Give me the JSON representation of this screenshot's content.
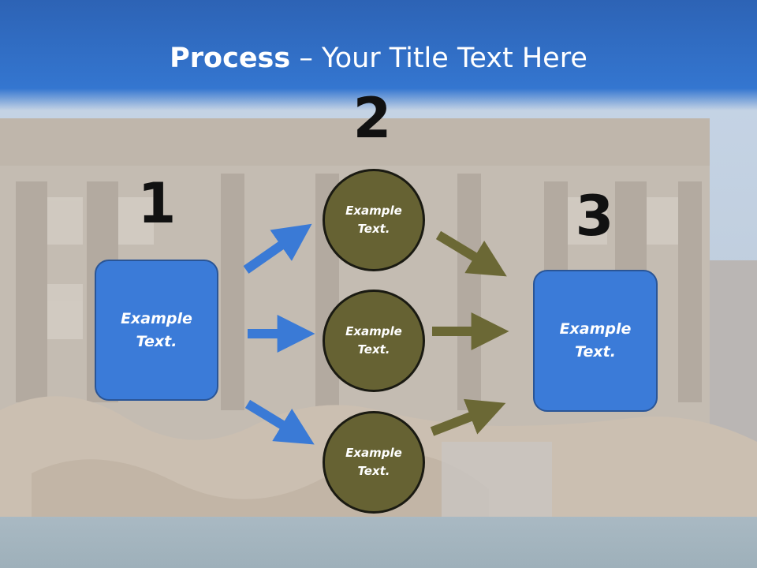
{
  "title": {
    "bold": "Process",
    "rest": " – Your Title Text Here"
  },
  "steps": {
    "one": "1",
    "two": "2",
    "three": "3"
  },
  "left_box": {
    "line1": "Example",
    "line2": "Text."
  },
  "right_box": {
    "line1": "Example",
    "line2": "Text."
  },
  "circles": [
    {
      "line1": "Example",
      "line2": "Text."
    },
    {
      "line1": "Example",
      "line2": "Text."
    },
    {
      "line1": "Example",
      "line2": "Text."
    }
  ],
  "colors": {
    "title_band": "#3170c9",
    "box_fill": "#3b7bd8",
    "circle_fill": "#666233",
    "arrow_blue": "#3a7ad6",
    "arrow_olive": "#6b6835"
  }
}
